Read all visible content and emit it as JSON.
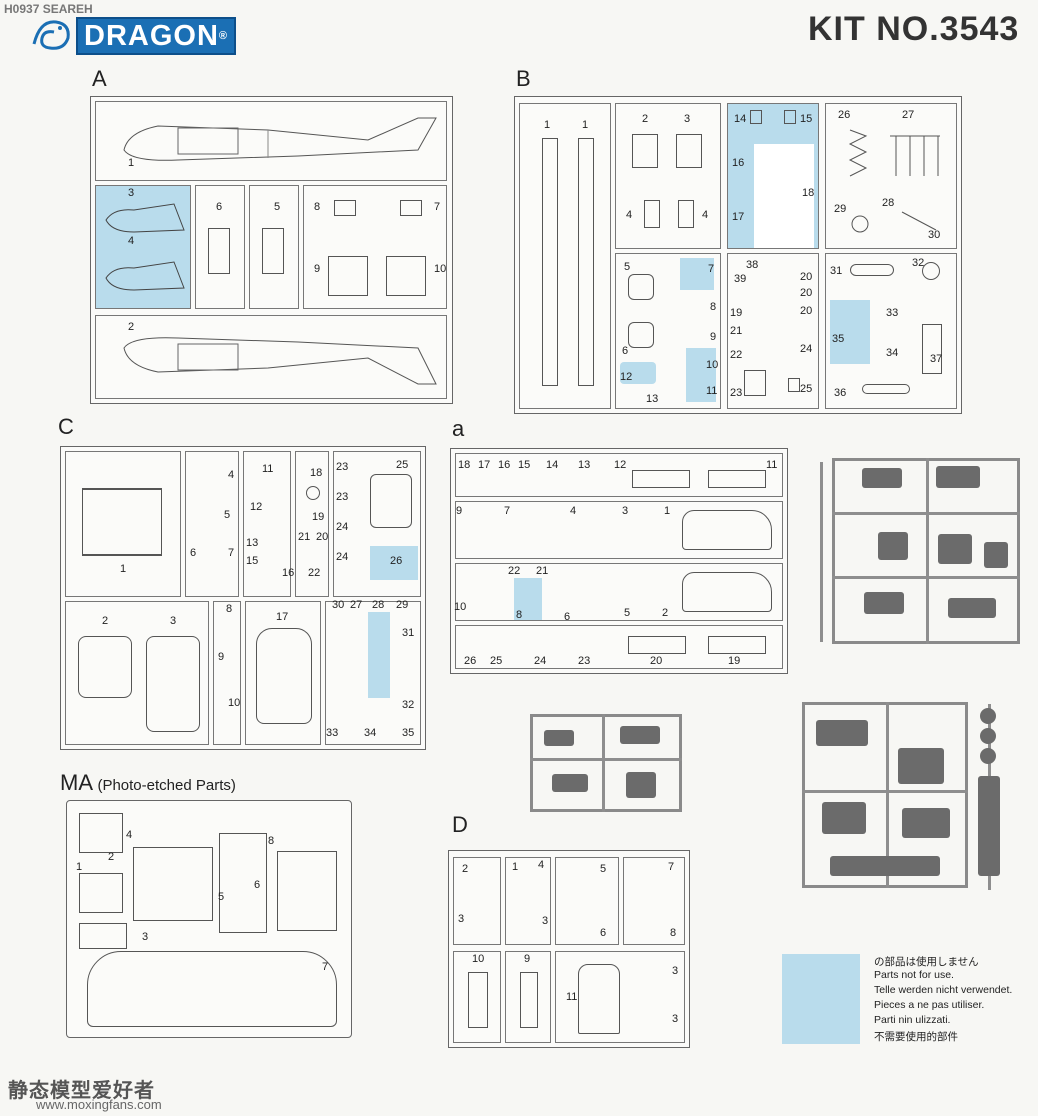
{
  "header": {
    "watermark_top": "H0937 SEAREH",
    "logo_text": "DRAGON",
    "logo_reg": "®",
    "kit_number": "KIT NO.3543"
  },
  "sections": {
    "A": "A",
    "B": "B",
    "C": "C",
    "a": "a",
    "MA": "MA",
    "MA_sub": "(Photo-etched Parts)",
    "D": "D"
  },
  "legend": {
    "lines": [
      "の部品は使用しません",
      "Parts not for use.",
      "Telle werden nicht verwendet.",
      "Pieces a ne pas utiliser.",
      "Parti nin ulizzati.",
      "不需要使用的部件"
    ],
    "swatch_color": "#b9dcec"
  },
  "footer": {
    "watermark_cn": "静态模型爱好者",
    "watermark_url": "www.moxingfans.com"
  },
  "colors": {
    "highlight": "#b9dcec",
    "logo_blue": "#1b6fb4",
    "sprue_gray": "#8a8a8a"
  },
  "numbers": {
    "A": [
      "1",
      "3",
      "4",
      "6",
      "5",
      "8",
      "7",
      "9",
      "10",
      "2"
    ],
    "B": [
      "1",
      "1",
      "2",
      "3",
      "4",
      "4",
      "14",
      "15",
      "16",
      "18",
      "17",
      "26",
      "27",
      "29",
      "28",
      "30",
      "5",
      "7",
      "8",
      "9",
      "6",
      "10",
      "12",
      "13",
      "11",
      "38",
      "39",
      "20",
      "20",
      "20",
      "19",
      "21",
      "22",
      "24",
      "23",
      "25",
      "31",
      "32",
      "33",
      "35",
      "34",
      "37",
      "36"
    ],
    "C": [
      "1",
      "4",
      "5",
      "6",
      "7",
      "11",
      "12",
      "13",
      "15",
      "16",
      "18",
      "19",
      "21",
      "20",
      "22",
      "23",
      "23",
      "24",
      "24",
      "25",
      "26",
      "2",
      "3",
      "8",
      "9",
      "10",
      "17",
      "30",
      "27",
      "28",
      "29",
      "31",
      "32",
      "33",
      "34",
      "35"
    ],
    "a": [
      "18",
      "17",
      "16",
      "15",
      "14",
      "13",
      "12",
      "11",
      "9",
      "7",
      "4",
      "3",
      "1",
      "22",
      "21",
      "10",
      "8",
      "6",
      "5",
      "2",
      "26",
      "25",
      "24",
      "23",
      "20",
      "19"
    ],
    "MA": [
      "1",
      "2",
      "4",
      "3",
      "5",
      "6",
      "8",
      "7"
    ],
    "D": [
      "2",
      "3",
      "1",
      "4",
      "3",
      "5",
      "6",
      "7",
      "8",
      "10",
      "9",
      "11",
      "3",
      "3"
    ]
  }
}
